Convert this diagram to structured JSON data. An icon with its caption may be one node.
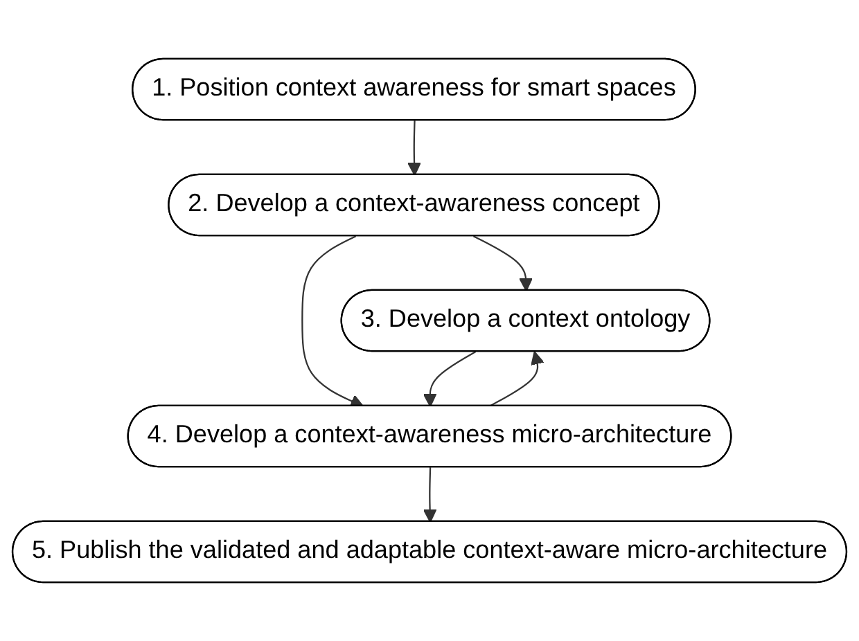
{
  "diagram": {
    "nodes": [
      {
        "text": [
          "1. Position context awareness for smart spaces"
        ]
      },
      {
        "text": [
          "2. Develop a context-awareness concept"
        ]
      },
      {
        "text": [
          "3. Develop a context ontology"
        ]
      },
      {
        "text": [
          "4. Develop a context-awareness micro-architecture"
        ]
      },
      {
        "text": [
          "5. Publish the validated and adaptable context-aware micro-architecture"
        ]
      }
    ],
    "edges": [
      {
        "from": 0,
        "to": 1,
        "arrow": "to"
      },
      {
        "from": 1,
        "to": 2,
        "arrow": "to"
      },
      {
        "from": 1,
        "to": 3,
        "arrow": "to"
      },
      {
        "from": 2,
        "to": 3,
        "arrow": "to"
      },
      {
        "from": 3,
        "to": 2,
        "arrow": "to"
      },
      {
        "from": 3,
        "to": 4,
        "arrow": "to"
      }
    ]
  }
}
